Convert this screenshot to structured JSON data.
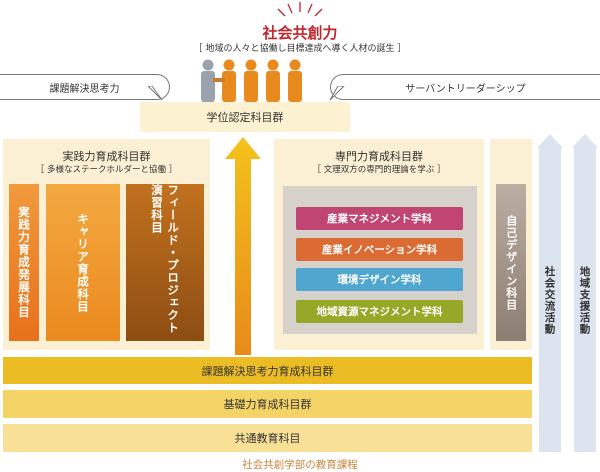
{
  "header": {
    "title": "社会共創力",
    "subtitle": "［ 地域の人々と協働し目標達成へ導く人材の誕生 ］"
  },
  "bubbles": {
    "left": "課題解決思考力",
    "right": "サーバントリーダーシップ"
  },
  "degree": "学位認定科目群",
  "practical": {
    "title": "実践力育成科目群",
    "subtitle": "［ 多様なステークホルダーと協働 ］",
    "columns": [
      "実践力育成発展科目",
      "キャリア育成科目",
      "フィールド・プロジェクト演習科目"
    ]
  },
  "specialty": {
    "title": "専門力育成科目群",
    "subtitle": "［ 文理双方の専門的理論を学ぶ ］",
    "departments": [
      {
        "label": "産業マネジメント学科",
        "color": "#c14572"
      },
      {
        "label": "産業イノベーション学科",
        "color": "#db6a33"
      },
      {
        "label": "環境デザイン学科",
        "color": "#4fa6cf"
      },
      {
        "label": "地域資源マネジメント学科",
        "color": "#95a828"
      }
    ]
  },
  "self_design": "自己デザイン科目",
  "bars": [
    "課題解決思考力育成科目群",
    "基礎力育成科目群",
    "共通教育科目"
  ],
  "side_activities": [
    "社会交流活動",
    "地域支援活動"
  ],
  "footer": "社会共創学部の教育課程",
  "colors": {
    "title_red": "#c0262d",
    "orange": "#e7711b",
    "gold": "#ecbc24",
    "cream": "#fbefd4",
    "side_arrow": "#dbe4ef"
  }
}
